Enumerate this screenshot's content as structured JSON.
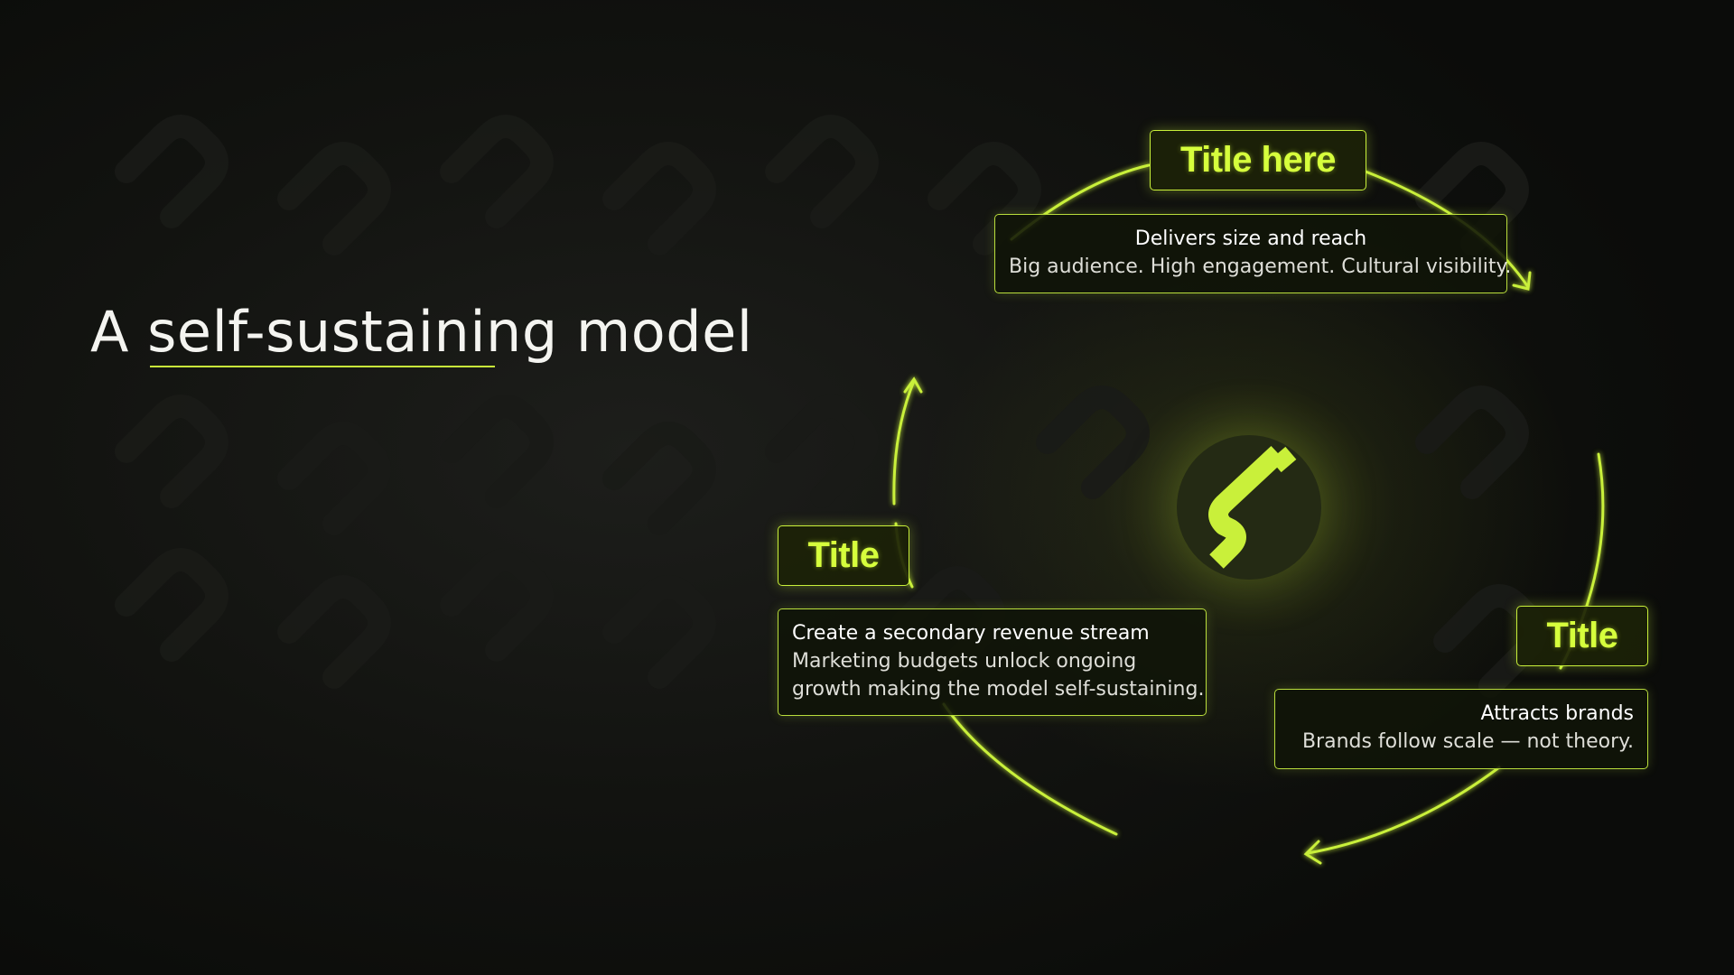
{
  "heading": {
    "prefix": "A ",
    "highlight": "self-sustaining",
    "suffix": " model"
  },
  "cycle": {
    "top": {
      "title": "Title here",
      "subtitle": "Delivers size and reach",
      "body": "Big audience. High engagement. Cultural visibility."
    },
    "right": {
      "title": "Title",
      "subtitle": "Attracts brands",
      "body": "Brands follow scale — not theory."
    },
    "left": {
      "title": "Title",
      "subtitle": "Create a secondary revenue stream",
      "body_line1": "Marketing budgets unlock ongoing",
      "body_line2": "growth making the model self-sustaining."
    },
    "center_icon": "s-logo-icon"
  },
  "colors": {
    "accent": "#c9f03a",
    "title_text": "#d6ff3c",
    "background": "#0d0e0c",
    "logo_bg": "#242a14"
  }
}
